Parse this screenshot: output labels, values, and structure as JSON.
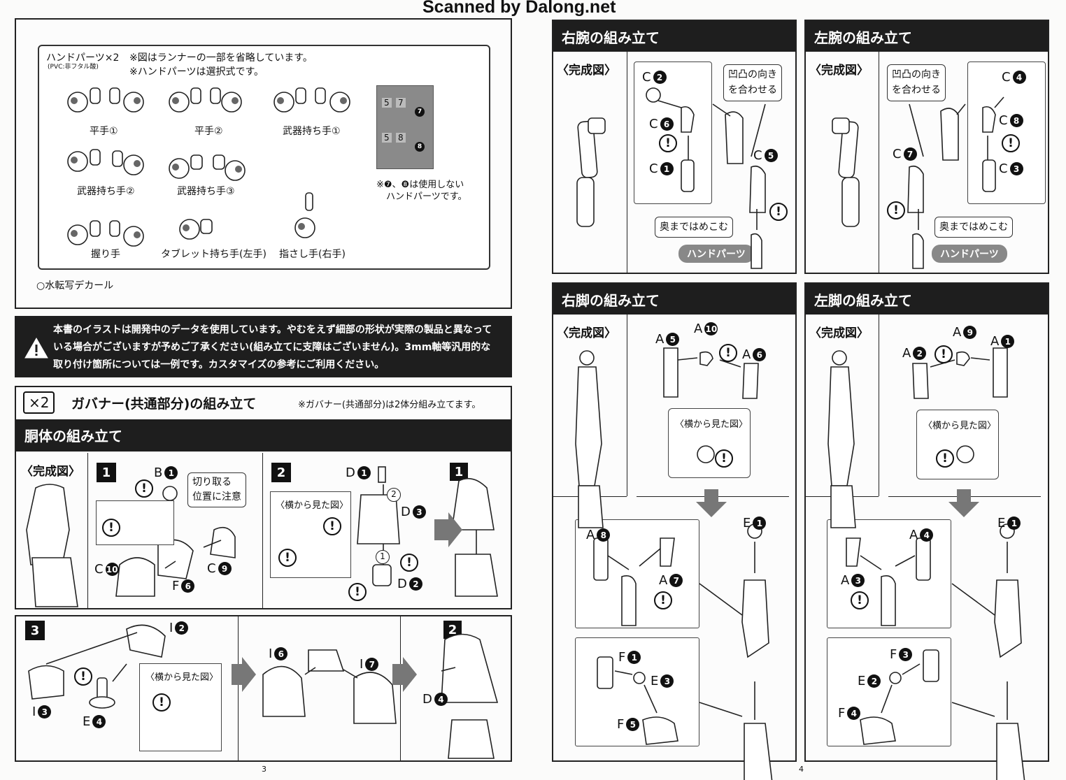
{
  "header": {
    "scanner": "Scanned by Dalong.net"
  },
  "hand_parts": {
    "title": "ハンドパーツ×2",
    "material": "(PVC:非フタル酸)",
    "note1": "※図はランナーの一部を省略しています。",
    "note2": "※ハンドパーツは選択式です。",
    "items": [
      "平手①",
      "平手②",
      "武器持ち手①",
      "武器持ち手②",
      "武器持ち手③",
      "握り手",
      "タブレット持ち手(左手)",
      "指さし手(右手)"
    ],
    "runner_labels": [
      "5",
      "7",
      "5",
      "8"
    ],
    "runner_markers": [
      "7",
      "8"
    ],
    "unused_note_line1": "※❼、❽は使用しない",
    "unused_note_line2": "ハンドパーツです。"
  },
  "decal": "○水転写デカール",
  "warning": {
    "line1": "本書のイラストは開発中のデータを使用しています。やむをえず細部の形状が実際の製品と異なって",
    "line2": "いる場合がございますが予めご了承ください(組み立てに支障はございません)。3mm軸等汎用的な",
    "line3": "取り付け箇所については一例です。カスタマイズの参考にご利用ください。"
  },
  "governor": {
    "multiplier": "×2",
    "title": "ガバナー(共通部分)の組み立て",
    "note": "※ガバナー(共通部分)は2体分組み立てます。"
  },
  "torso": {
    "title": "胴体の組み立て",
    "complete": "〈完成図〉",
    "cut_note_line1": "切り取る",
    "cut_note_line2": "位置に注意",
    "side_view": "〈横から見た図〉",
    "steps": [
      "1",
      "2",
      "1",
      "3",
      "2"
    ],
    "seq": [
      "1",
      "2"
    ],
    "parts": {
      "b1": {
        "l": "B",
        "n": "1"
      },
      "c10": {
        "l": "C",
        "n": "10"
      },
      "c9": {
        "l": "C",
        "n": "9"
      },
      "f6": {
        "l": "F",
        "n": "6"
      },
      "d1": {
        "l": "D",
        "n": "1"
      },
      "d3": {
        "l": "D",
        "n": "3"
      },
      "d2": {
        "l": "D",
        "n": "2"
      },
      "i2": {
        "l": "I",
        "n": "2"
      },
      "i3": {
        "l": "I",
        "n": "3"
      },
      "e4": {
        "l": "E",
        "n": "4"
      },
      "i6": {
        "l": "I",
        "n": "6"
      },
      "i7": {
        "l": "I",
        "n": "7"
      },
      "d4": {
        "l": "D",
        "n": "4"
      }
    }
  },
  "right_arm": {
    "title": "右腕の組み立て",
    "complete": "〈完成図〉",
    "align_line1": "凹凸の向き",
    "align_line2": "を合わせる",
    "push_note": "奥まではめこむ",
    "hand_parts": "ハンドパーツ",
    "parts": {
      "c2": {
        "l": "C",
        "n": "2"
      },
      "c6": {
        "l": "C",
        "n": "6"
      },
      "c1": {
        "l": "C",
        "n": "1"
      },
      "c5": {
        "l": "C",
        "n": "5"
      }
    }
  },
  "left_arm": {
    "title": "左腕の組み立て",
    "complete": "〈完成図〉",
    "align_line1": "凹凸の向き",
    "align_line2": "を合わせる",
    "push_note": "奥まではめこむ",
    "hand_parts": "ハンドパーツ",
    "parts": {
      "c4": {
        "l": "C",
        "n": "4"
      },
      "c8": {
        "l": "C",
        "n": "8"
      },
      "c7": {
        "l": "C",
        "n": "7"
      },
      "c3": {
        "l": "C",
        "n": "3"
      }
    }
  },
  "right_leg": {
    "title": "右脚の組み立て",
    "complete": "〈完成図〉",
    "side_view": "〈横から見た図〉",
    "parts": {
      "a5": {
        "l": "A",
        "n": "5"
      },
      "a10": {
        "l": "A",
        "n": "10"
      },
      "a6": {
        "l": "A",
        "n": "6"
      },
      "e1": {
        "l": "E",
        "n": "1"
      },
      "a8": {
        "l": "A",
        "n": "8"
      },
      "a7": {
        "l": "A",
        "n": "7"
      },
      "f1": {
        "l": "F",
        "n": "1"
      },
      "e3": {
        "l": "E",
        "n": "3"
      },
      "f5": {
        "l": "F",
        "n": "5"
      }
    }
  },
  "left_leg": {
    "title": "左脚の組み立て",
    "complete": "〈完成図〉",
    "side_view": "〈横から見た図〉",
    "parts": {
      "a9": {
        "l": "A",
        "n": "9"
      },
      "a2": {
        "l": "A",
        "n": "2"
      },
      "a1": {
        "l": "A",
        "n": "1"
      },
      "e1": {
        "l": "E",
        "n": "1"
      },
      "a4": {
        "l": "A",
        "n": "4"
      },
      "a3": {
        "l": "A",
        "n": "3"
      },
      "f3": {
        "l": "F",
        "n": "3"
      },
      "e2": {
        "l": "E",
        "n": "2"
      },
      "f4": {
        "l": "F",
        "n": "4"
      }
    }
  },
  "page_numbers": {
    "left": "3",
    "right": "4"
  },
  "icons": {
    "warning": "warning-triangle-icon",
    "caution": "exclamation-circle-icon",
    "down": "down-arrow-icon",
    "right": "right-arrow-icon"
  }
}
